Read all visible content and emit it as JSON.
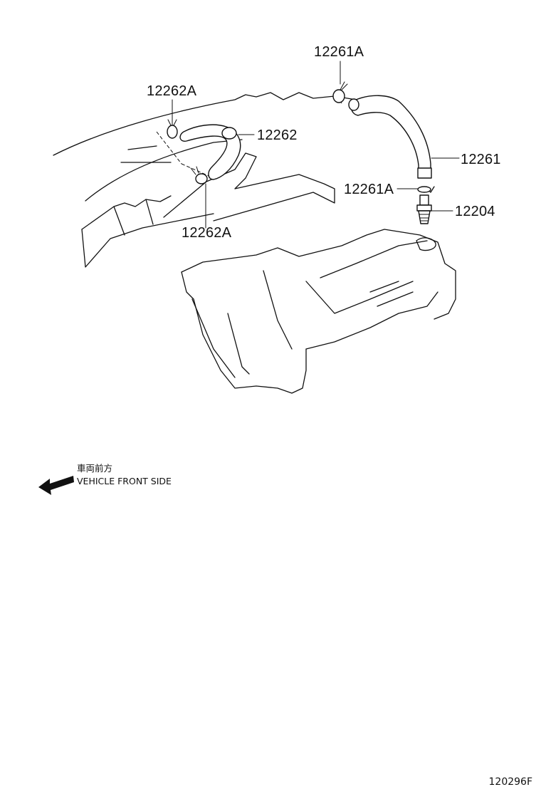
{
  "callouts": {
    "c_12261A_top": "12261A",
    "c_12262A_top": "12262A",
    "c_12262": "12262",
    "c_12261": "12261",
    "c_12261A_mid": "12261A",
    "c_12204": "12204",
    "c_12262A_bottom": "12262A"
  },
  "direction": {
    "label_jp": "車両前方",
    "label_en": "VEHICLE FRONT SIDE"
  },
  "figure_code": "120296F"
}
